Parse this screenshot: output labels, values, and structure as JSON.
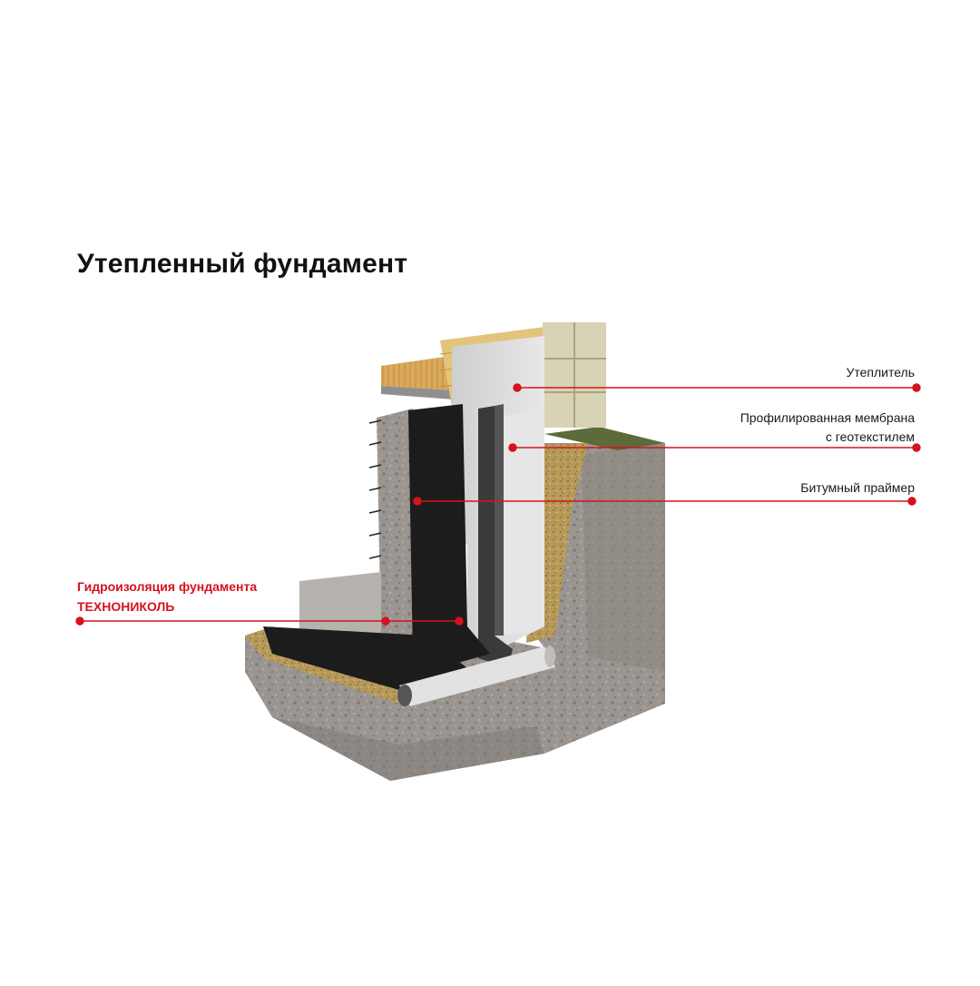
{
  "title": "Утепленный фундамент",
  "callouts": {
    "insulation": "Утеплитель",
    "membrane_line1": "Профилированная мембрана",
    "membrane_line2": "с геотекстилем",
    "primer": "Битумный праймер",
    "waterproofing_line1": "Гидроизоляция фундамента",
    "waterproofing_line2": "ТЕХНОНИКОЛЬ"
  },
  "colors": {
    "accent": "#d5121e",
    "text": "#111111"
  }
}
